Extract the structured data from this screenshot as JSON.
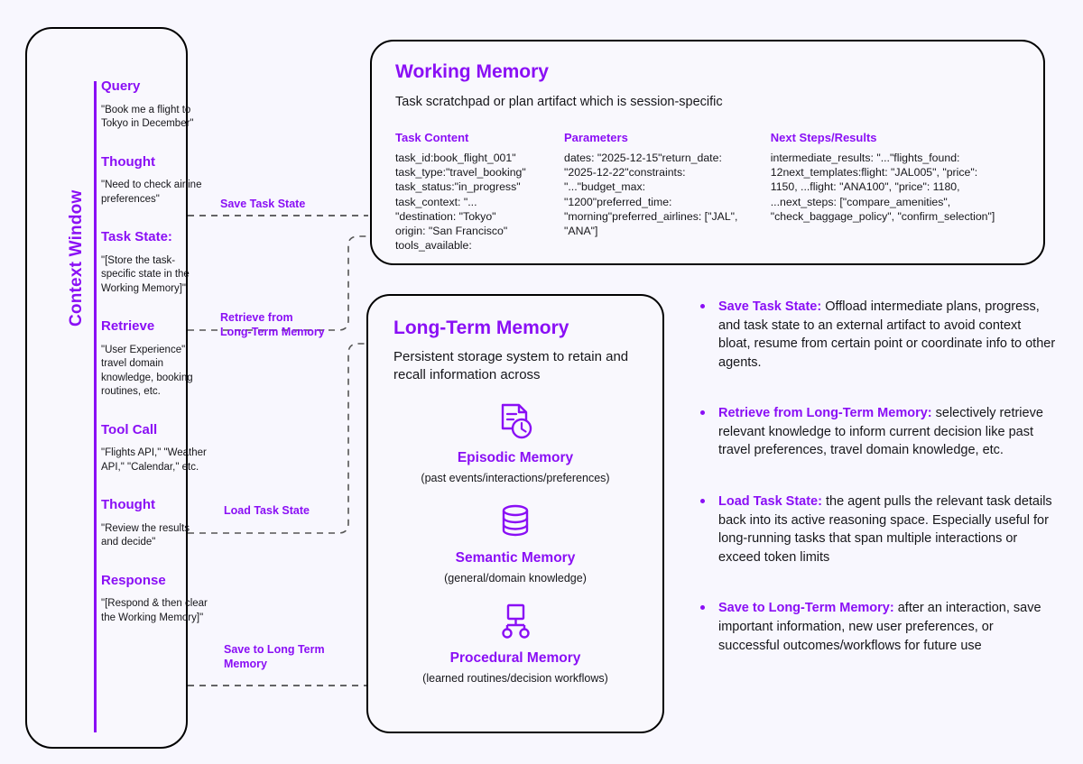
{
  "theme": {
    "accent": "#8a0ff5",
    "page_background": "#f8f7fe",
    "card_background": "#f9f8fd",
    "card_border": "#000000",
    "text": "#16161a"
  },
  "context_window": {
    "label": "Context Window",
    "items": [
      {
        "title": "Query",
        "body": "\"Book me a flight to Tokyo in December\""
      },
      {
        "title": "Thought",
        "body": "\"Need to check airline preferences\""
      },
      {
        "title": "Task State:",
        "body": "\"[Store the task-specific state in the Working Memory]\""
      },
      {
        "title": "Retrieve",
        "body": "\"User Experience\" travel domain knowledge, booking routines, etc."
      },
      {
        "title": "Tool Call",
        "body": "\"Flights API,\" \"Weather API,\" \"Calendar,\" etc."
      },
      {
        "title": "Thought",
        "body": "\"Review the results and decide\""
      },
      {
        "title": "Response",
        "body": "\"[Respond & then clear the Working Memory]\""
      }
    ]
  },
  "working_memory": {
    "title": "Working Memory",
    "subtitle": "Task scratchpad or plan artifact which is session-specific",
    "columns": [
      {
        "heading": "Task Content",
        "lines": [
          "task_id:book_flight_001\"",
          "task_type:\"travel_booking\"",
          "task_status:\"in_progress\"",
          "task_context: \"...",
          "\"destination: \"Tokyo\"",
          "origin: \"San Francisco\"",
          "tools_available:"
        ]
      },
      {
        "heading": "Parameters",
        "lines": [
          "dates: \"2025-12-15\"return_date: \"2025-12-22\"constraints: \"...\"budget_max: \"1200\"preferred_time: \"morning\"preferred_airlines: [\"JAL\", \"ANA\"]"
        ]
      },
      {
        "heading": "Next Steps/Results",
        "lines": [
          "intermediate_results: \"...\"flights_found: 12next_templates:flight: \"JAL005\", \"price\": 1150, ...flight: \"ANA100\", \"price\": 1180, ...next_steps: [\"compare_amenities\", \"check_baggage_policy\", \"confirm_selection\"]"
        ]
      }
    ]
  },
  "long_term_memory": {
    "title": "Long-Term Memory",
    "subtitle": "Persistent storage system to retain and recall information across",
    "memories": [
      {
        "icon": "document-clock-icon",
        "name": "Episodic Memory",
        "desc": "(past events/interactions/preferences)"
      },
      {
        "icon": "database-icon",
        "name": "Semantic Memory",
        "desc": "(general/domain knowledge)"
      },
      {
        "icon": "hierarchy-icon",
        "name": "Procedural Memory",
        "desc": "(learned routines/decision workflows)"
      }
    ]
  },
  "connectors": [
    {
      "id": "save-task-state",
      "label": "Save Task State"
    },
    {
      "id": "retrieve-from-ltm",
      "label": "Retrieve from\nLong-Term Memory"
    },
    {
      "id": "load-task-state",
      "label": "Load Task State"
    },
    {
      "id": "save-to-ltm",
      "label": "Save to Long Term\nMemory"
    }
  ],
  "notes": [
    {
      "term": "Save Task State:",
      "text": " Offload intermediate plans, progress, and task state to an external artifact to avoid context bloat, resume from certain point or coordinate info to other agents."
    },
    {
      "term": "Retrieve from Long-Term Memory:",
      "text": " selectively retrieve relevant knowledge to inform current decision like past travel preferences, travel domain knowledge, etc."
    },
    {
      "term": "Load Task State:",
      "text": " the agent pulls the relevant task details back into its active reasoning space. Especially useful for long-running tasks that span multiple interactions or exceed token limits"
    },
    {
      "term": "Save to Long-Term Memory:",
      "text": " after an interaction, save important information, new user preferences, or successful outcomes/workflows for future use"
    }
  ]
}
